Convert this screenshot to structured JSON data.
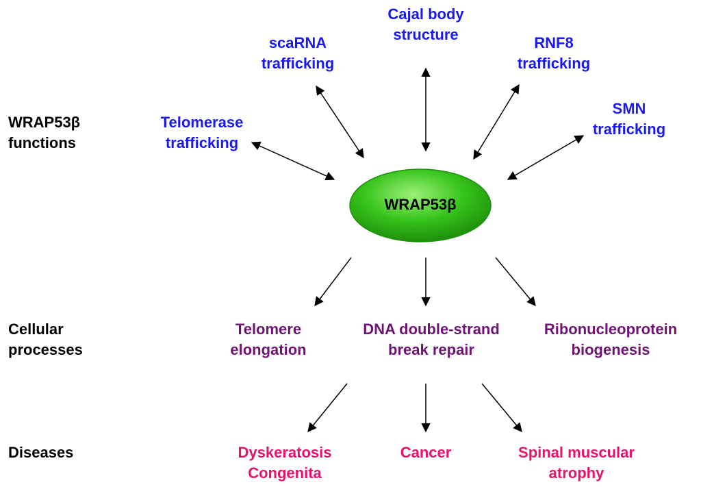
{
  "colors": {
    "function_text": "#1a1aee",
    "process_text": "#6e1574",
    "disease_text": "#e8126a",
    "row_label_text": "#000000",
    "center_text": "#000000",
    "center_fill_light": "#9ef07a",
    "center_fill": "#35c41a",
    "center_fill_dark": "#1f8f0c",
    "arrow": "#000000"
  },
  "row_labels": {
    "functions": [
      "WRAP53β",
      "functions"
    ],
    "processes": [
      "Cellular",
      "processes"
    ],
    "diseases": [
      "Diseases"
    ]
  },
  "center": {
    "label": "WRAP53β"
  },
  "functions": [
    {
      "id": "telomerase",
      "lines": [
        "Telomerase",
        "trafficking"
      ]
    },
    {
      "id": "scarna",
      "lines": [
        "scaRNA",
        "trafficking"
      ]
    },
    {
      "id": "cajal",
      "lines": [
        "Cajal body",
        "structure"
      ]
    },
    {
      "id": "rnf8",
      "lines": [
        "RNF8",
        "trafficking"
      ]
    },
    {
      "id": "smn",
      "lines": [
        "SMN",
        "trafficking"
      ]
    }
  ],
  "processes": [
    {
      "id": "telomere",
      "lines": [
        "Telomere",
        "elongation"
      ]
    },
    {
      "id": "dna",
      "lines": [
        "DNA double-strand",
        "break repair"
      ]
    },
    {
      "id": "rnp",
      "lines": [
        "Ribonucleoprotein",
        "biogenesis"
      ]
    }
  ],
  "diseases": [
    {
      "id": "dyskeratosis",
      "lines": [
        "Dyskeratosis",
        "Congenita"
      ]
    },
    {
      "id": "cancer",
      "lines": [
        "Cancer"
      ]
    },
    {
      "id": "sma",
      "lines": [
        "Spinal muscular",
        "atrophy"
      ]
    }
  ]
}
